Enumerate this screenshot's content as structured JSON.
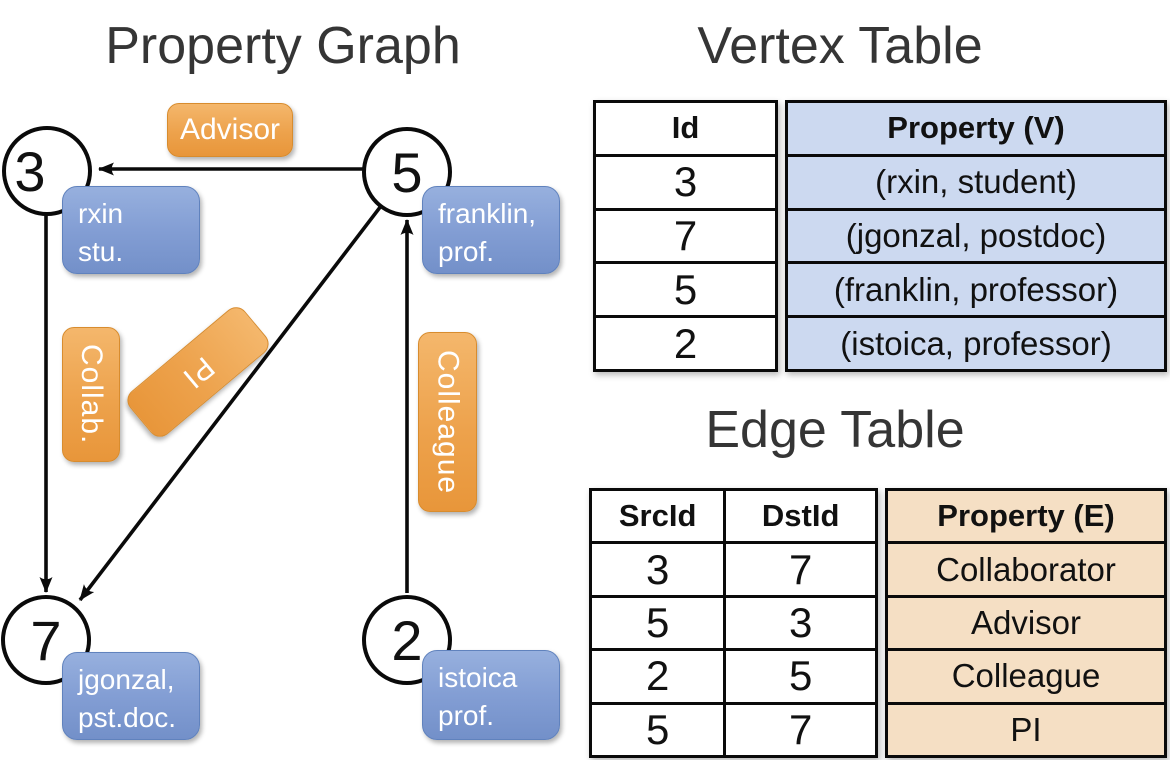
{
  "graph_panel": {
    "title": "Property Graph",
    "nodes": [
      {
        "id": "3",
        "property_lines": [
          "rxin",
          "stu."
        ]
      },
      {
        "id": "5",
        "property_lines": [
          "franklin,",
          "prof."
        ]
      },
      {
        "id": "7",
        "property_lines": [
          "jgonzal,",
          "pst.doc."
        ]
      },
      {
        "id": "2",
        "property_lines": [
          "istoica",
          "prof."
        ]
      }
    ],
    "edge_labels": [
      "Advisor",
      "Collab.",
      "PI",
      "Colleague"
    ]
  },
  "vertex_table": {
    "title": "Vertex Table",
    "columns": [
      "Id",
      "Property (V)"
    ],
    "rows": [
      [
        "3",
        "(rxin, student)"
      ],
      [
        "7",
        "(jgonzal, postdoc)"
      ],
      [
        "5",
        "(franklin, professor)"
      ],
      [
        "2",
        "(istoica, professor)"
      ]
    ]
  },
  "edge_table": {
    "title": "Edge Table",
    "columns": [
      "SrcId",
      "DstId",
      "Property (E)"
    ],
    "rows": [
      [
        "3",
        "7",
        "Collaborator"
      ],
      [
        "5",
        "3",
        "Advisor"
      ],
      [
        "2",
        "5",
        "Colleague"
      ],
      [
        "5",
        "7",
        "PI"
      ]
    ]
  },
  "colors": {
    "edge_label_orange": "#eda24c",
    "vertex_box_blue": "#839ed4",
    "vertex_table_fill": "#ccd9f0",
    "edge_table_fill": "#f5dfc4",
    "line_black": "#0a0a0a"
  }
}
